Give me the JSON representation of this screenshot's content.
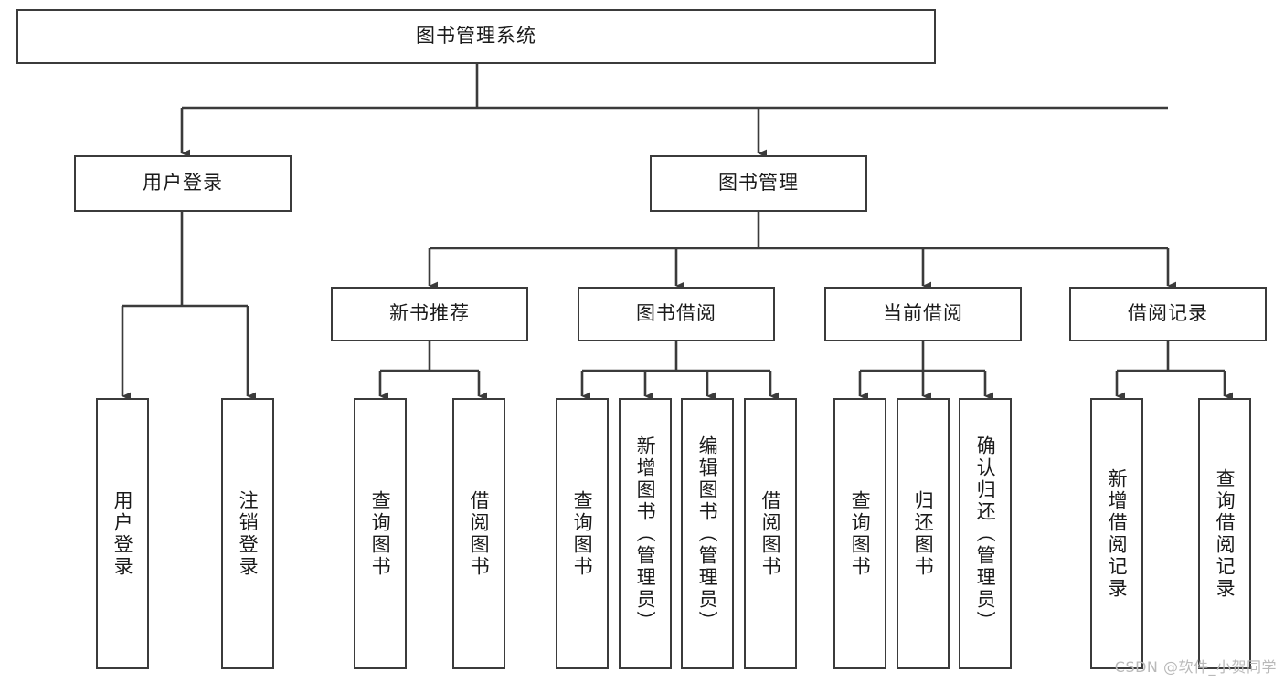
{
  "diagram": {
    "type": "tree-hierarchy",
    "title_node": {
      "id": "root",
      "label": "图书管理系统"
    },
    "level2": [
      {
        "id": "user-login",
        "label": "用户登录"
      },
      {
        "id": "book-management",
        "label": "图书管理"
      }
    ],
    "level3": [
      {
        "id": "new-book-recommend",
        "label": "新书推荐",
        "parent": "book-management"
      },
      {
        "id": "book-borrow",
        "label": "图书借阅",
        "parent": "book-management"
      },
      {
        "id": "current-borrow",
        "label": "当前借阅",
        "parent": "book-management"
      },
      {
        "id": "borrow-record",
        "label": "借阅记录",
        "parent": "book-management"
      }
    ],
    "leaves": [
      {
        "id": "leaf-user-login",
        "label": "用户登录",
        "parent": "user-login"
      },
      {
        "id": "leaf-logout-login",
        "label": "注销登录",
        "parent": "user-login"
      },
      {
        "id": "leaf-query-book-1",
        "label": "查询图书",
        "parent": "new-book-recommend"
      },
      {
        "id": "leaf-borrow-book-1",
        "label": "借阅图书",
        "parent": "new-book-recommend"
      },
      {
        "id": "leaf-query-book-2",
        "label": "查询图书",
        "parent": "book-borrow"
      },
      {
        "id": "leaf-add-book",
        "label": "新增图书（管理员）",
        "parent": "book-borrow"
      },
      {
        "id": "leaf-edit-book",
        "label": "编辑图书（管理员）",
        "parent": "book-borrow"
      },
      {
        "id": "leaf-borrow-book-2",
        "label": "借阅图书",
        "parent": "book-borrow"
      },
      {
        "id": "leaf-query-book-3",
        "label": "查询图书",
        "parent": "current-borrow"
      },
      {
        "id": "leaf-return-book",
        "label": "归还图书",
        "parent": "current-borrow"
      },
      {
        "id": "leaf-confirm-return",
        "label": "确认归还（管理员）",
        "parent": "current-borrow"
      },
      {
        "id": "leaf-add-borrow-record",
        "label": "新增借阅记录",
        "parent": "borrow-record"
      },
      {
        "id": "leaf-query-borrow-record",
        "label": "查询借阅记录",
        "parent": "borrow-record"
      }
    ],
    "colors": {
      "stroke": "#3b3b3b",
      "fill": "#ffffff",
      "text": "#1a1a1a",
      "watermark": "#b9b9b9"
    }
  },
  "watermark": {
    "text": "CSDN @软件_小贺同学"
  }
}
